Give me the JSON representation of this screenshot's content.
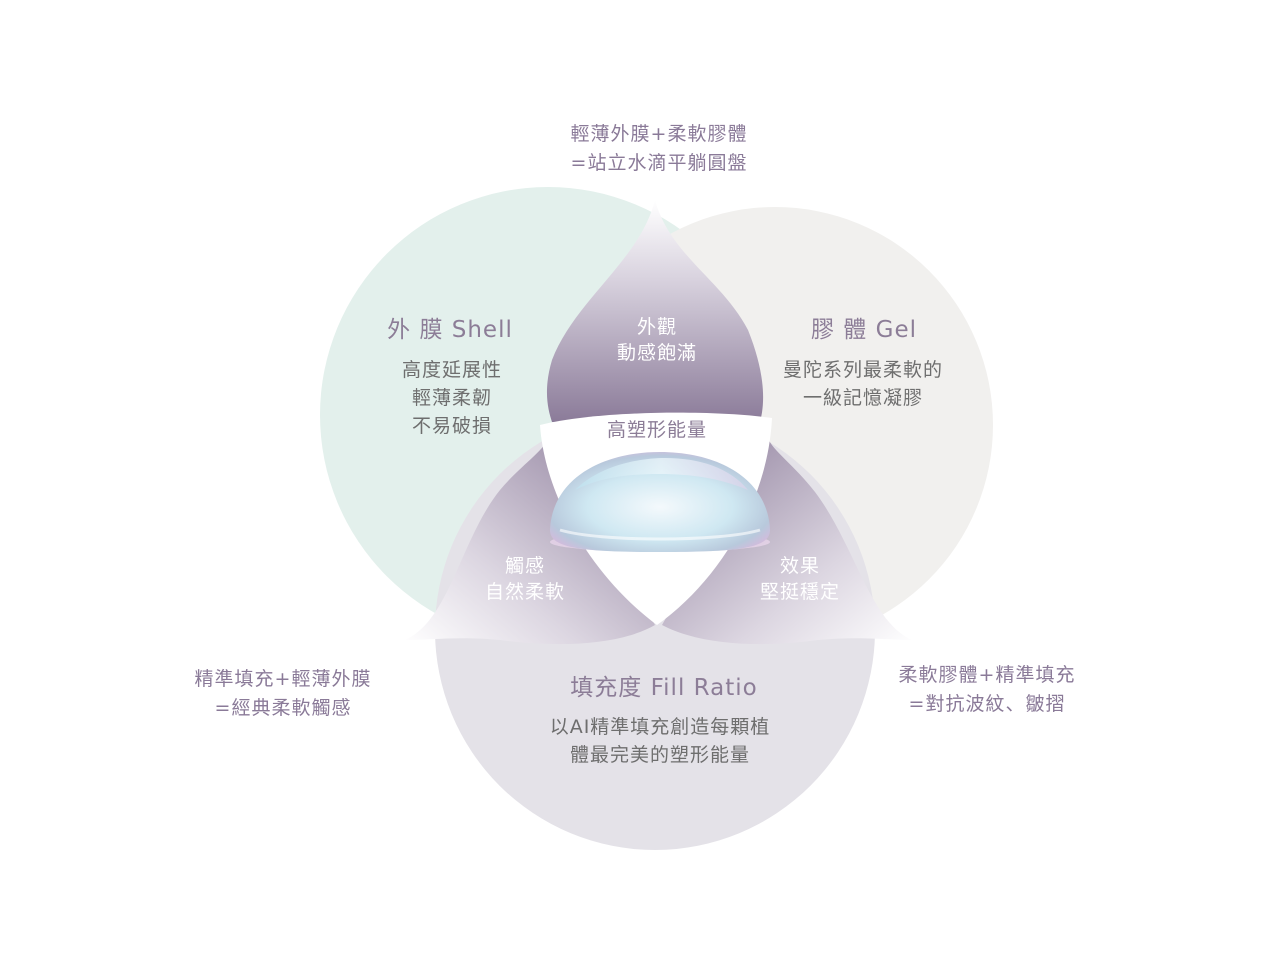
{
  "notes": {
    "top": "輕薄外膜+柔軟膠體\n=站立水滴平躺圓盤",
    "left": "精準填充+輕薄外膜\n=經典柔軟觸感",
    "right": "柔軟膠體+精準填充\n=對抗波紋、皺摺"
  },
  "circles": {
    "shell": {
      "title": "外 膜  Shell",
      "desc": "高度延展性\n輕薄柔韌\n不易破損",
      "color": "#e3f0ec"
    },
    "gel": {
      "title": "膠 體  Gel",
      "desc": "曼陀系列最柔軟的\n一級記憶凝膠",
      "color": "#f1f0ee"
    },
    "fill": {
      "title": "填充度 Fill Ratio",
      "desc": "以AI精準填充創造每顆植\n體最完美的塑形能量",
      "color": "#e4e2e8"
    }
  },
  "petals": {
    "top": "外觀\n動感飽滿",
    "left": "觸感\n自然柔軟",
    "right": "效果\n堅挺穩定",
    "color_dark": "#8d7d9b",
    "color_light": "#e2dde6"
  },
  "center": {
    "label": "高塑形能量"
  },
  "icons": {
    "implant": "breast-implant-image"
  }
}
